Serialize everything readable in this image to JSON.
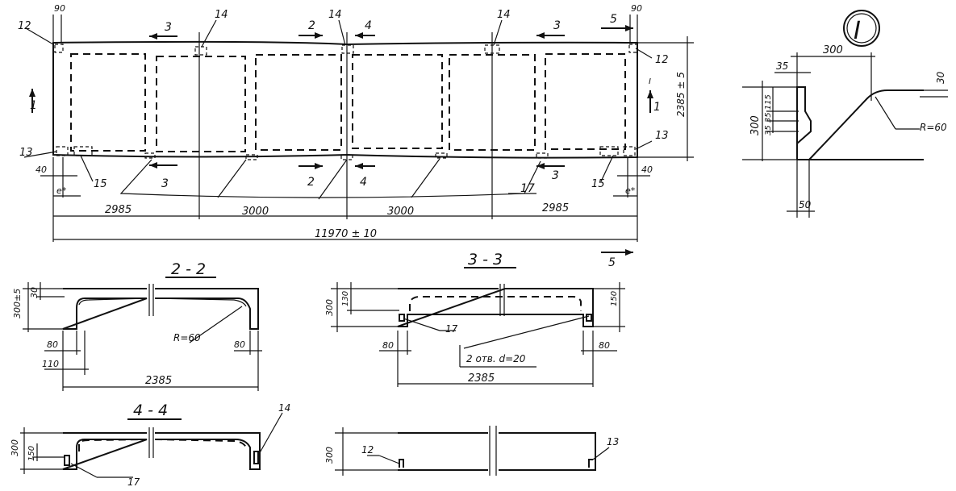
{
  "plan": {
    "dim_90_left": "90",
    "dim_90_right": "90",
    "dim_40_left": "40",
    "dim_40_right": "40",
    "dim_e_left": "e*",
    "dim_e_right": "e*",
    "dim_2985_left": "2985",
    "dim_3000_a": "3000",
    "dim_3000_b": "3000",
    "dim_2985_right": "2985",
    "dim_total": "11970 ± 10",
    "dim_height": "2385 ± 5",
    "tag_12_left": "12",
    "tag_12_right": "12",
    "tag_13_left": "13",
    "tag_13_right": "13",
    "tag_14_a": "14",
    "tag_14_b": "14",
    "tag_14_c": "14",
    "tag_15_left": "15",
    "tag_15_right": "15",
    "tag_17": "17",
    "cut_1": "1",
    "cut_1_right": "1",
    "cut_i_small": "I",
    "cut_2_top": "2",
    "cut_2_bot": "2",
    "cut_3_top_a": "3",
    "cut_3_top_b": "3",
    "cut_3_bot_a": "3",
    "cut_3_bot_b": "3",
    "cut_4_top": "4",
    "cut_4_bot": "4",
    "cut_5_top": "5",
    "cut_5_bot": "5"
  },
  "detail_I": {
    "title": "I",
    "dim_300": "300",
    "dim_35": "35",
    "dim_30": "30",
    "dim_300_v": "300",
    "dim_stack": "35 35 115",
    "dim_50": "50",
    "radius": "R=60"
  },
  "section_2_2": {
    "title": "2 - 2",
    "dim_30": "30",
    "dim_300": "300±5",
    "dim_80_left": "80",
    "dim_110": "110",
    "dim_80_right": "80",
    "dim_2385": "2385",
    "radius": "R=60"
  },
  "section_3_3": {
    "title": "3 - 3",
    "dim_300": "300",
    "dim_130": "130",
    "dim_150": "150",
    "dim_80_left": "80",
    "dim_80_right": "80",
    "dim_2385": "2385",
    "tag_17": "17",
    "holes": "2 отв. d=20"
  },
  "section_4_4": {
    "title": "4 - 4",
    "dim_300": "300",
    "dim_150": "150",
    "tag_14": "14",
    "tag_17": "17"
  },
  "section_5_5": {
    "dim_300": "300",
    "tag_12": "12",
    "tag_13": "13"
  }
}
